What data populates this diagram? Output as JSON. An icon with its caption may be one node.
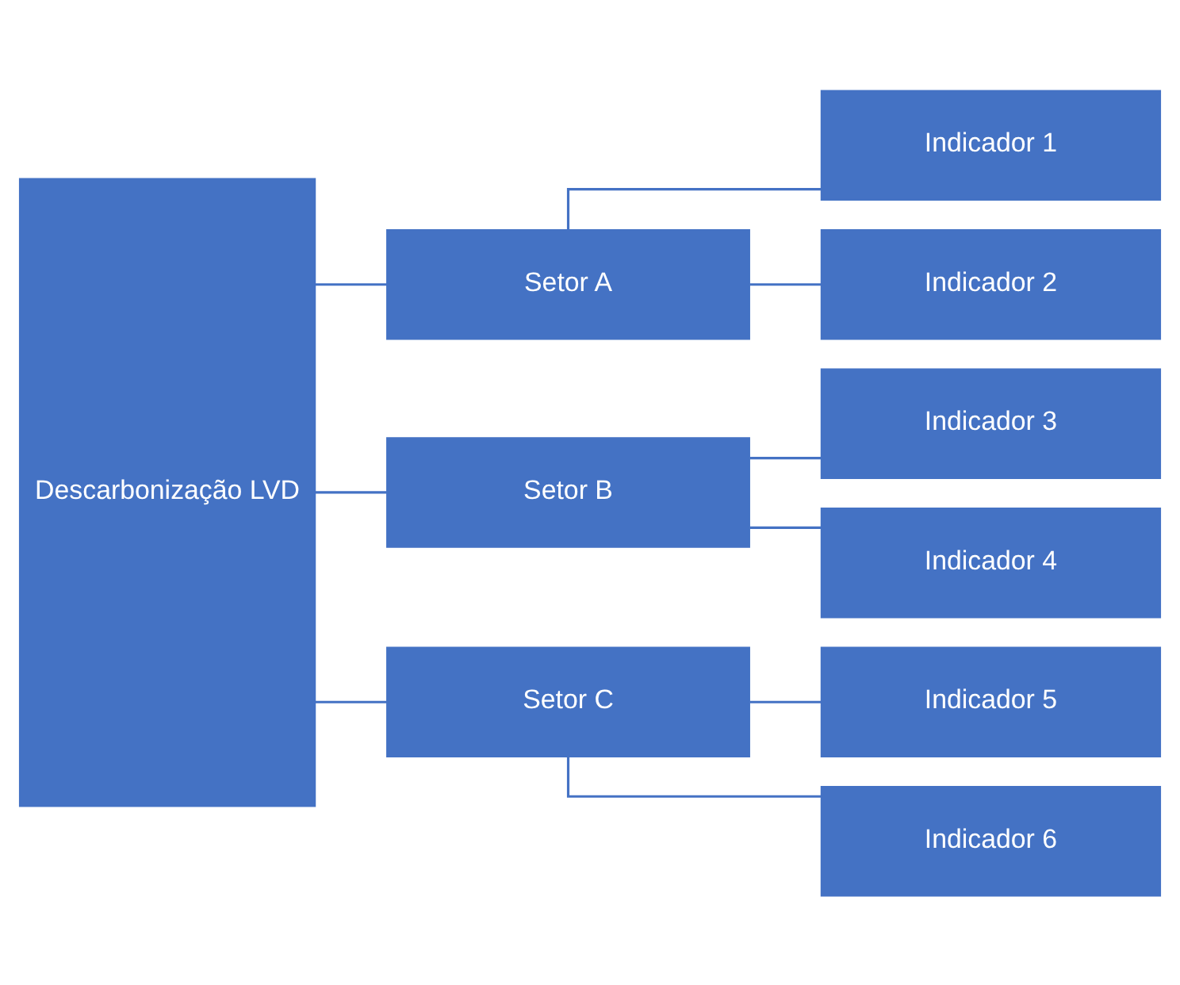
{
  "diagram": {
    "nodes": [
      {
        "text": [
          "Descarbonização LVD"
        ]
      },
      {
        "text": [
          "Setor A"
        ]
      },
      {
        "text": [
          "Setor B"
        ]
      },
      {
        "text": [
          "Setor C"
        ]
      },
      {
        "text": [
          "Indicador 1"
        ]
      },
      {
        "text": [
          "Indicador 2"
        ]
      },
      {
        "text": [
          "Indicador 3"
        ]
      },
      {
        "text": [
          "Indicador 4"
        ]
      },
      {
        "text": [
          "Indicador 5"
        ]
      },
      {
        "text": [
          "Indicador 6"
        ]
      }
    ],
    "edges": [
      {
        "from": 0,
        "to": 1,
        "arrow": "none"
      },
      {
        "from": 0,
        "to": 2,
        "arrow": "none"
      },
      {
        "from": 0,
        "to": 3,
        "arrow": "none"
      },
      {
        "from": 1,
        "to": 4,
        "arrow": "none"
      },
      {
        "from": 1,
        "to": 5,
        "arrow": "none"
      },
      {
        "from": 2,
        "to": 6,
        "arrow": "none"
      },
      {
        "from": 2,
        "to": 7,
        "arrow": "none"
      },
      {
        "from": 3,
        "to": 8,
        "arrow": "none"
      },
      {
        "from": 3,
        "to": 9,
        "arrow": "none"
      }
    ]
  }
}
